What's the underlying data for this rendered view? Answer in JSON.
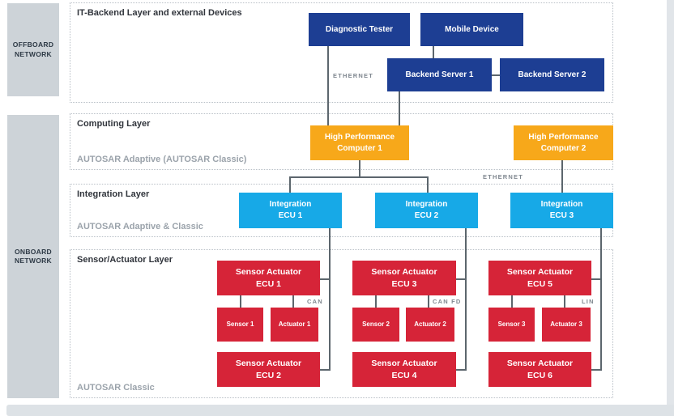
{
  "palette": {
    "navy": "#1d3e93",
    "orange": "#f7a81a",
    "sky": "#17a9e7",
    "red": "#d62438",
    "connector_gray": "#5c666d",
    "sidebar_gray": "#cdd3d8",
    "panel_border": "#b8bfc6",
    "title_text": "#31353c",
    "subtitle_text": "#9ba3ab",
    "network_label_text": "#7f878f"
  },
  "sidebar": {
    "offboard": "OFFBOARD\nNETWORK",
    "onboard": "ONBOARD\nNETWORK"
  },
  "layers": {
    "it_backend": {
      "title": "IT-Backend Layer and external Devices"
    },
    "computing": {
      "title": "Computing Layer",
      "subtitle": "AUTOSAR Adaptive (AUTOSAR Classic)"
    },
    "integration": {
      "title": "Integration Layer",
      "subtitle": "AUTOSAR Adaptive & Classic"
    },
    "sensor_actuator": {
      "title": "Sensor/Actuator Layer",
      "subtitle": "AUTOSAR Classic"
    }
  },
  "nodes": {
    "diagnostic_tester": "Diagnostic Tester",
    "mobile_device": "Mobile Device",
    "backend_server_1": "Backend Server 1",
    "backend_server_2": "Backend Server 2",
    "hpc1": "High Performance\nComputer 1",
    "hpc2": "High Performance\nComputer 2",
    "integration_ecu_1": "Integration\nECU 1",
    "integration_ecu_2": "Integration\nECU 2",
    "integration_ecu_3": "Integration\nECU 3",
    "sa_ecu_1": "Sensor Actuator\nECU 1",
    "sa_ecu_2": "Sensor Actuator\nECU 2",
    "sa_ecu_3": "Sensor Actuator\nECU 3",
    "sa_ecu_4": "Sensor Actuator\nECU 4",
    "sa_ecu_5": "Sensor Actuator\nECU 5",
    "sa_ecu_6": "Sensor Actuator\nECU 6",
    "sensor_1": "Sensor 1",
    "sensor_2": "Sensor 2",
    "sensor_3": "Sensor 3",
    "actuator_1": "Actuator 1",
    "actuator_2": "Actuator 2",
    "actuator_3": "Actuator 3"
  },
  "network_labels": {
    "ethernet_top": "ETHERNET",
    "ethernet_mid": "ETHERNET",
    "can": "CAN",
    "can_fd": "CAN FD",
    "lin": "LIN"
  }
}
